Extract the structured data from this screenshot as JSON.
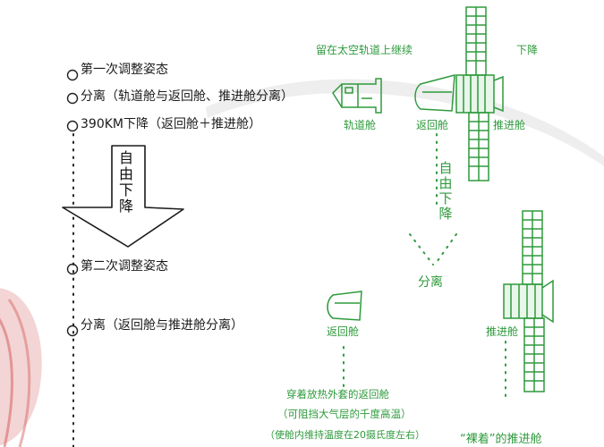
{
  "steps": [
    "第一次调整姿态",
    "分离（轨道舱与返回舱、推进舱分离）",
    "390KM下降（返回舱＋推进舱）",
    "第二次调整姿态",
    "分离（返回舱与推进舱分离）"
  ],
  "free_fall_arrow": {
    "label": "自由下降"
  },
  "diagram": {
    "orbit_stay_label": "留在太空轨道上继续",
    "descend_label": "下降",
    "orbital_module_label": "轨道舱",
    "return_capsule_label": "返回舱",
    "propulsion_module_label": "推进舱",
    "free_fall_label": "自由下降",
    "separation_label": "分离",
    "return_capsule_label_2": "返回舱",
    "propulsion_module_label_2": "推进舱",
    "note_line_1": "穿着放热外套的返回舱",
    "note_line_2": "（可阻挡大气层的千度高温）",
    "note_line_3": "（使舱内维持温度在20摄氏度左右）",
    "naked_propulsion_label": "“裸着”的推进舱"
  },
  "colors": {
    "ink": "#1b1b1b",
    "green": "#2e9a3c",
    "balloon": "#d86a6a"
  }
}
